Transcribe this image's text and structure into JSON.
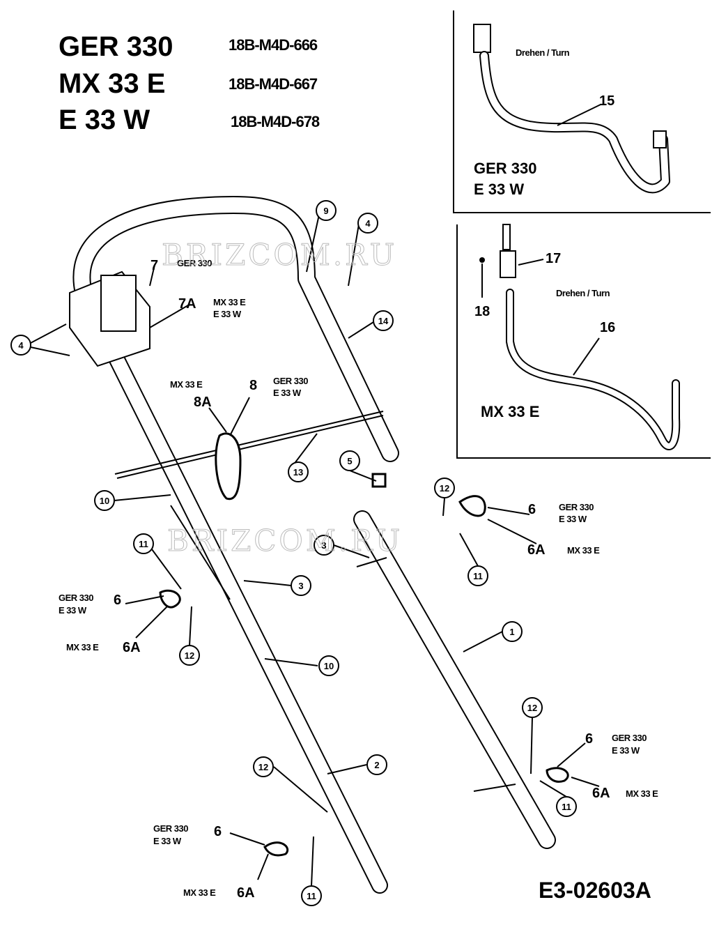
{
  "header": {
    "models": [
      {
        "name": "GER 330",
        "code": "18B-M4D-666"
      },
      {
        "name": "MX 33 E",
        "code": "18B-M4D-667"
      },
      {
        "name": "E 33 W",
        "code": "18B-M4D-678"
      }
    ]
  },
  "inset_top": {
    "turn_label": "Drehen / Turn",
    "part": "15",
    "models": [
      "GER 330",
      "E 33 W"
    ]
  },
  "inset_bottom": {
    "turn_label": "Drehen / Turn",
    "parts": [
      "17",
      "18",
      "16"
    ],
    "model": "MX 33 E"
  },
  "callouts": [
    "9",
    "4",
    "14",
    "4",
    "13",
    "5",
    "12",
    "10",
    "11",
    "3",
    "11",
    "3",
    "1",
    "12",
    "10",
    "12",
    "2",
    "12",
    "11",
    "11"
  ],
  "labels": {
    "ger": "GER 330",
    "mx": "MX 33 E",
    "ew": "E 33 W",
    "p7": "7",
    "p7a": "7A",
    "p8": "8",
    "p8a": "8A",
    "p6": "6",
    "p6a": "6A"
  },
  "watermark": "BRIZCOM.RU",
  "drawing_code": "E3-02603A"
}
